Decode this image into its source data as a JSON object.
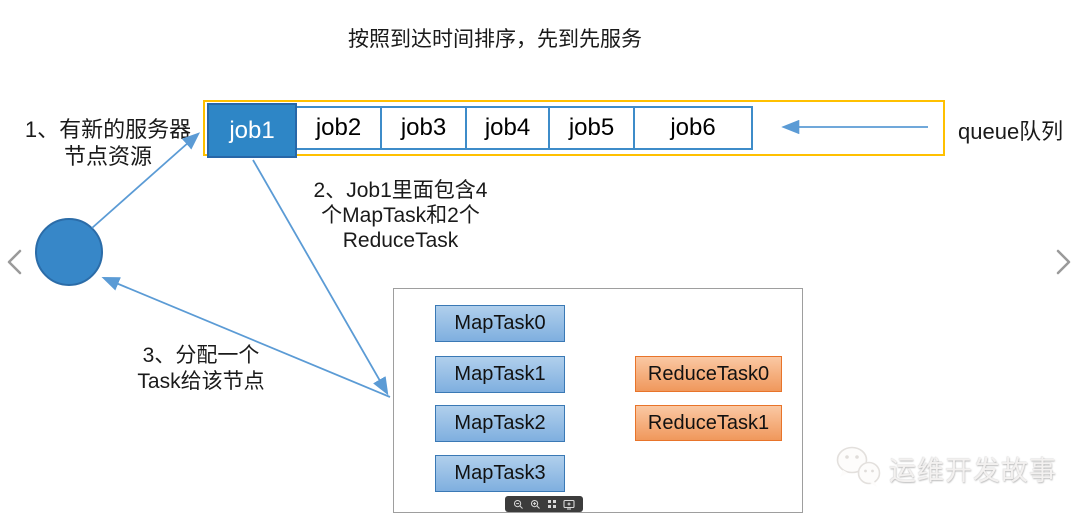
{
  "title": "按照到达时间排序，先到先服务",
  "queue": {
    "label": "queue队列",
    "jobs": [
      "job1",
      "job2",
      "job3",
      "job4",
      "job5",
      "job6"
    ],
    "highlighted_job": "job1"
  },
  "annotations": {
    "step1_line1": "1、有新的服务器",
    "step1_line2": "节点资源",
    "step2_line1": "2、Job1里面包含4",
    "step2_line2": "个MapTask和2个",
    "step2_line3": "ReduceTask",
    "step3_line1": "3、分配一个",
    "step3_line2": "Task给该节点"
  },
  "task_panel": {
    "map_tasks": [
      "MapTask0",
      "MapTask1",
      "MapTask2",
      "MapTask3"
    ],
    "reduce_tasks": [
      "ReduceTask0",
      "ReduceTask1"
    ]
  },
  "icons": {
    "toolbar": [
      "zoom-out-icon",
      "zoom-in-icon",
      "fit-view-icon",
      "screen-icon"
    ],
    "nav_prev": "chevron-left-icon",
    "nav_next": "chevron-right-icon",
    "watermark_logo": "wechat-icon",
    "queue_flow": "left-arrow"
  },
  "watermark": "运维开发故事",
  "colors": {
    "queue_border": "#FFC000",
    "job_highlight_fill": "#2E86C6",
    "job_cell_border": "#3E8CC9",
    "arrow_blue": "#5B9BD5",
    "map_task_border": "#3a79b5",
    "reduce_task_border": "#e8742a",
    "node_fill": "#3787C8",
    "panel_border": "#9e9e9e"
  }
}
